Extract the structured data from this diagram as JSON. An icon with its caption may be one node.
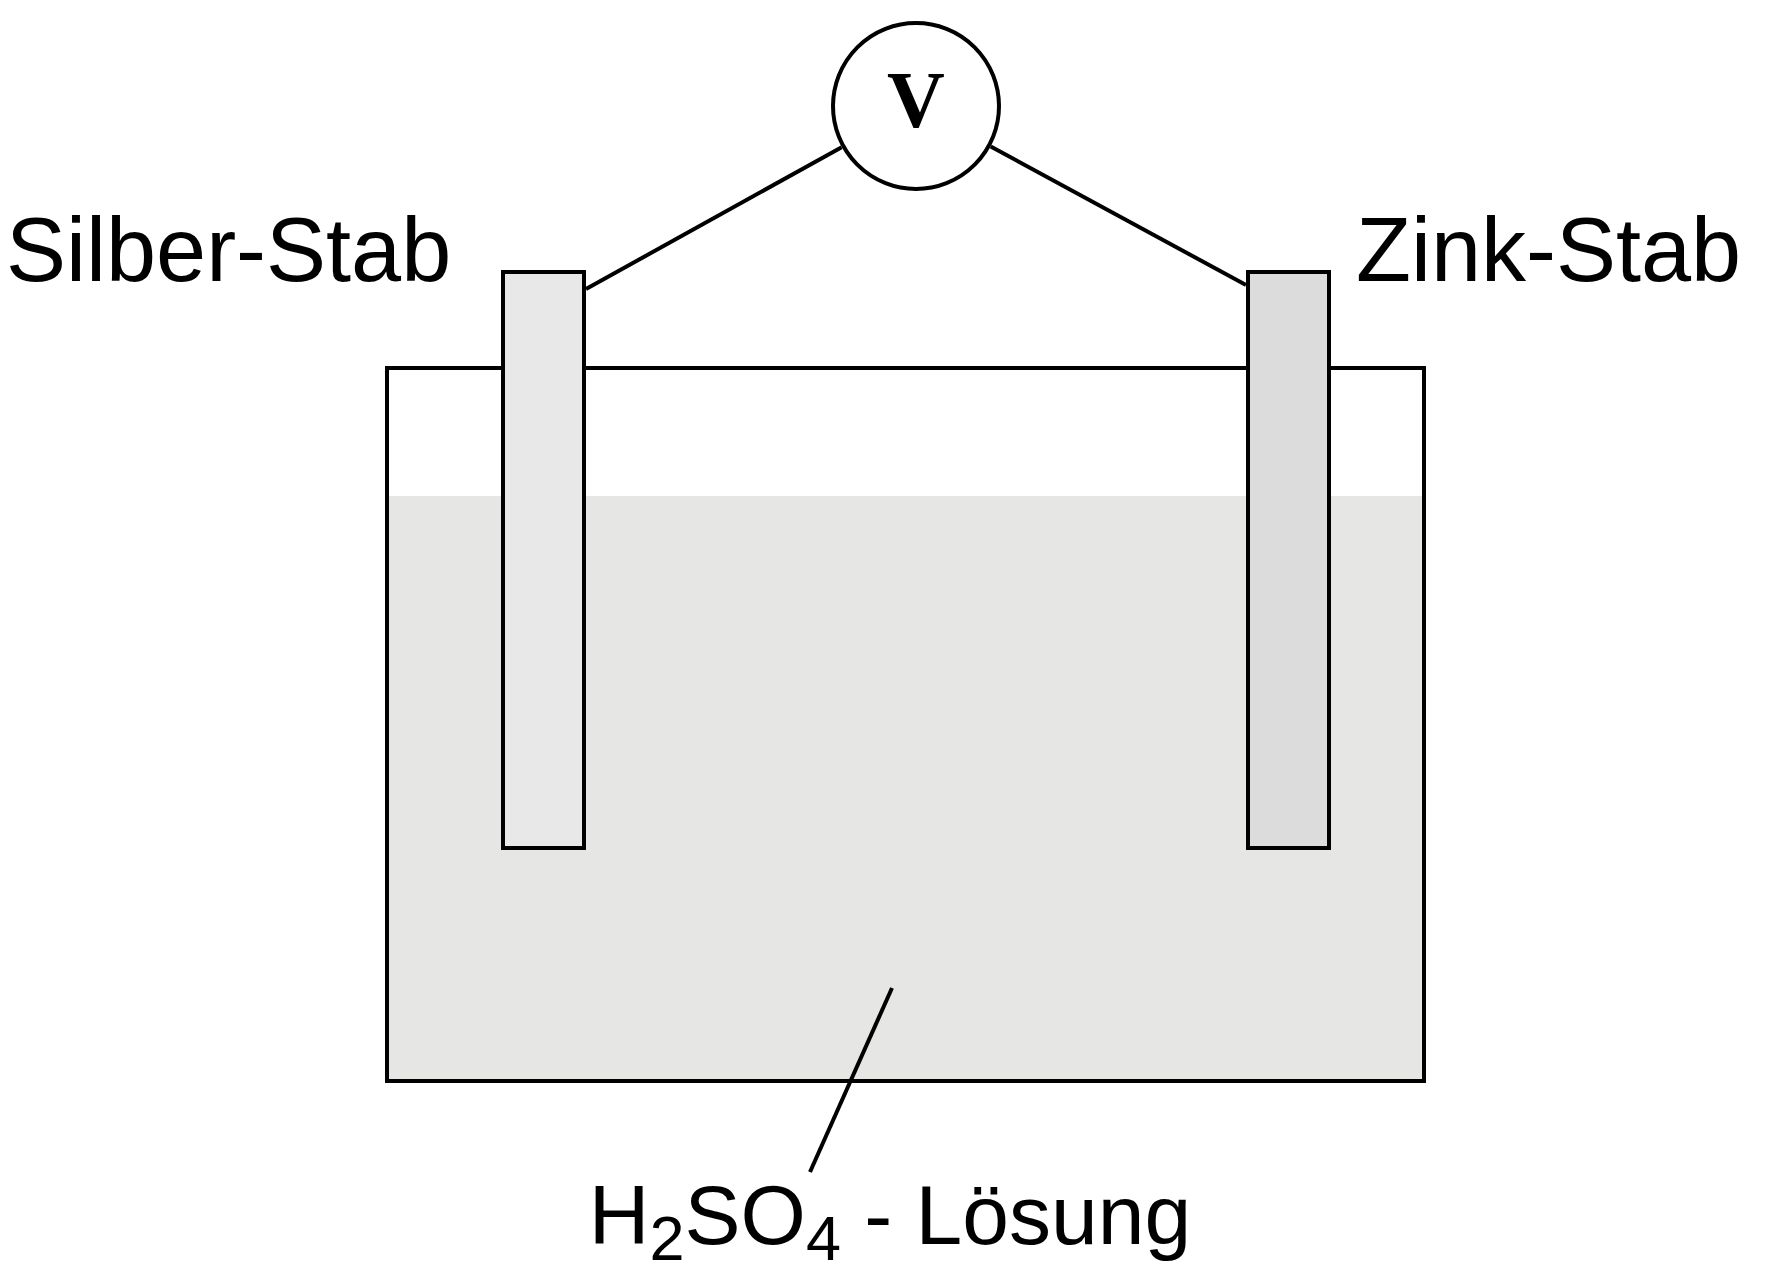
{
  "diagram": {
    "nodes": [
      {
        "text": [
          "V"
        ]
      },
      {
        "text": [],
        "shape": "bar",
        "beside": [
          "Silber-Stab"
        ]
      },
      {
        "text": [],
        "shape": "bar",
        "beside": [
          "Zink-Stab"
        ]
      },
      {
        "text": [],
        "shape": "box"
      },
      {
        "text": [
          "H$_{2}$SO$_{4}$ - Lösung"
        ]
      }
    ],
    "edges": [
      {
        "from": 0,
        "to": 1,
        "arrow": "none"
      },
      {
        "from": 0,
        "to": 2,
        "arrow": "none"
      },
      {
        "from": 4,
        "to": 3,
        "arrow": "none"
      }
    ]
  }
}
